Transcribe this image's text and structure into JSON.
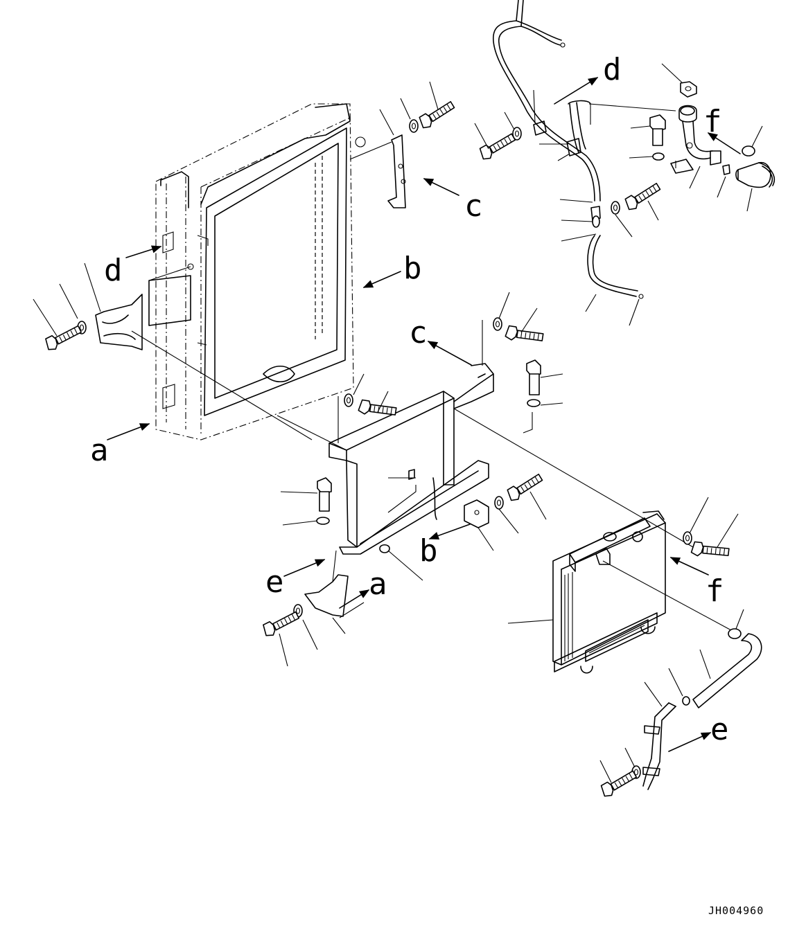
{
  "drawing": {
    "drawing_code": "JH004960",
    "reference_letters": {
      "a": "a",
      "b": "b",
      "c": "c",
      "d": "d",
      "e": "e",
      "f": "f"
    }
  }
}
